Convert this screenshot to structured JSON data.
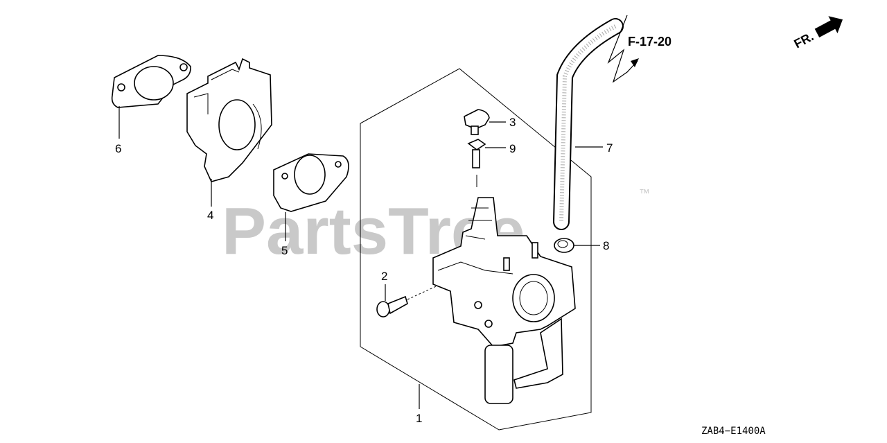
{
  "watermark": {
    "text": "PartsTree",
    "trademark": "™"
  },
  "reference": {
    "label": "F-17-20"
  },
  "front_indicator": {
    "label": "FR."
  },
  "diagram_code": "ZAB4−E1400A",
  "callouts": [
    {
      "id": "1",
      "label": "1"
    },
    {
      "id": "2",
      "label": "2"
    },
    {
      "id": "3",
      "label": "3"
    },
    {
      "id": "4",
      "label": "4"
    },
    {
      "id": "5",
      "label": "5"
    },
    {
      "id": "6",
      "label": "6"
    },
    {
      "id": "7",
      "label": "7"
    },
    {
      "id": "8",
      "label": "8"
    },
    {
      "id": "9",
      "label": "9"
    }
  ]
}
